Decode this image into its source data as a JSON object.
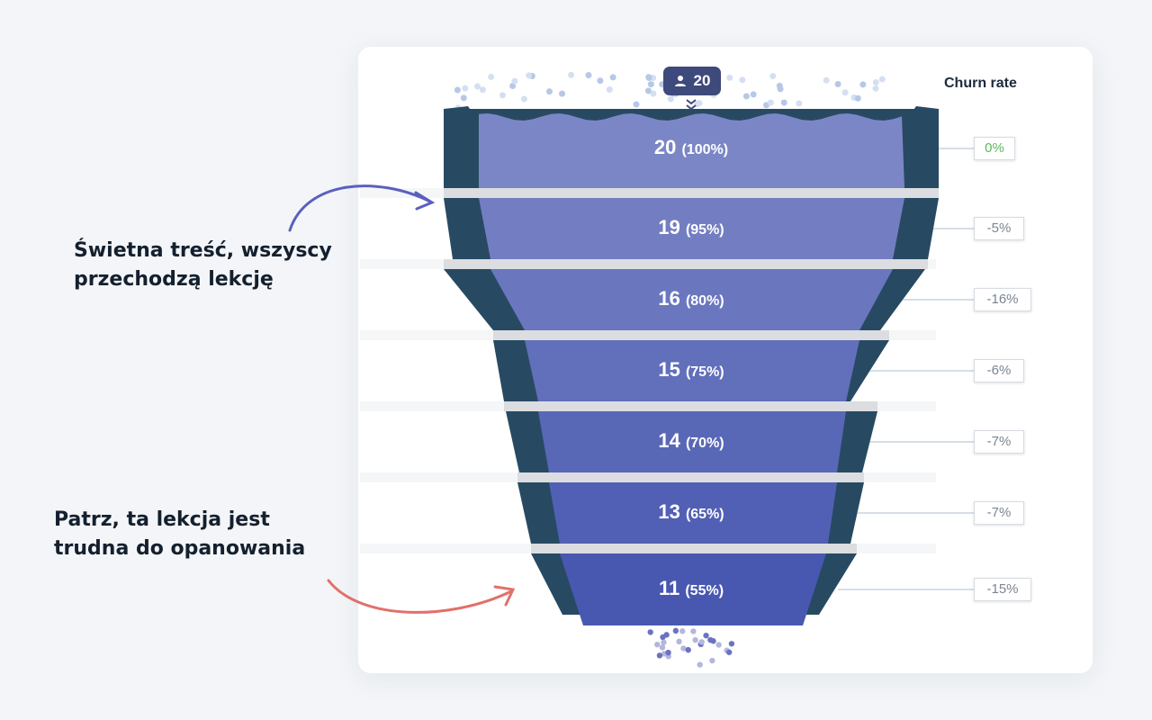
{
  "annotations": {
    "top_note": [
      "Świetna treść, wszyscy",
      "przechodzą lekcję"
    ],
    "bottom_note": [
      "Patrz, ta lekcja jest",
      "trudna do opanowania"
    ]
  },
  "colors": {
    "shell": "#274a62",
    "fill_top": "#7b86c6",
    "fill_bottom": "#4858b0",
    "arrow_top": "#5b5fbf",
    "arrow_bottom": "#e2706a",
    "positive": "#5cb85c"
  },
  "chart_data": {
    "type": "funnel",
    "entry_badge": {
      "icon": "user-icon",
      "value": "20"
    },
    "churn_title": "Churn rate",
    "stages": [
      {
        "count": 20,
        "percent": "(100%)",
        "churn": "0%"
      },
      {
        "count": 19,
        "percent": "(95%)",
        "churn": "-5%"
      },
      {
        "count": 16,
        "percent": "(80%)",
        "churn": "-16%"
      },
      {
        "count": 15,
        "percent": "(75%)",
        "churn": "-6%"
      },
      {
        "count": 14,
        "percent": "(70%)",
        "churn": "-7%"
      },
      {
        "count": 13,
        "percent": "(65%)",
        "churn": "-7%"
      },
      {
        "count": 11,
        "percent": "(55%)",
        "churn": "-15%"
      }
    ]
  }
}
